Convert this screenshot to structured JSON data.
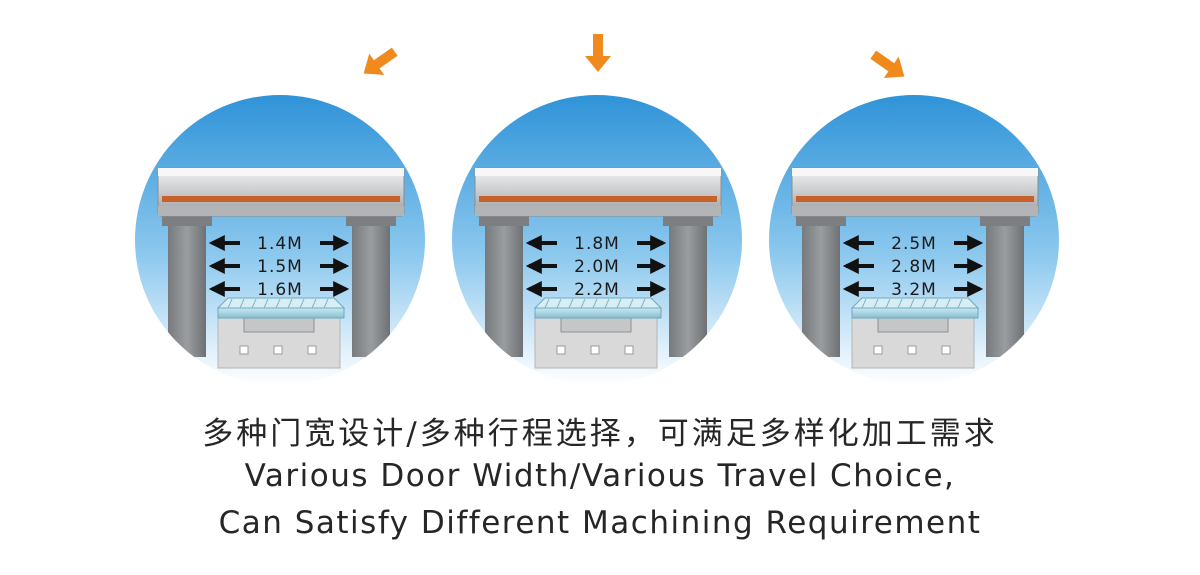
{
  "colors": {
    "accent_arrow": "#f08a1c",
    "sky_top": "#2f93d8",
    "sky_bottom": "#ffffff",
    "column": "#8a8d90",
    "beam_rail": "#c8602a",
    "bed": "#a6d4e3",
    "base": "#d9d9d9",
    "dimension_arrow": "#111111"
  },
  "panels": [
    {
      "pointer_direction": "down-left",
      "widths": [
        "1.4M",
        "1.5M",
        "1.6M"
      ]
    },
    {
      "pointer_direction": "down",
      "widths": [
        "1.8M",
        "2.0M",
        "2.2M"
      ]
    },
    {
      "pointer_direction": "down-right",
      "widths": [
        "2.5M",
        "2.8M",
        "3.2M"
      ]
    }
  ],
  "caption": {
    "chinese": "多种门宽设计/多种行程选择，可满足多样化加工需求",
    "english_line1": "Various Door Width/Various Travel Choice,",
    "english_line2": "Can Satisfy Different Machining Requirement"
  }
}
